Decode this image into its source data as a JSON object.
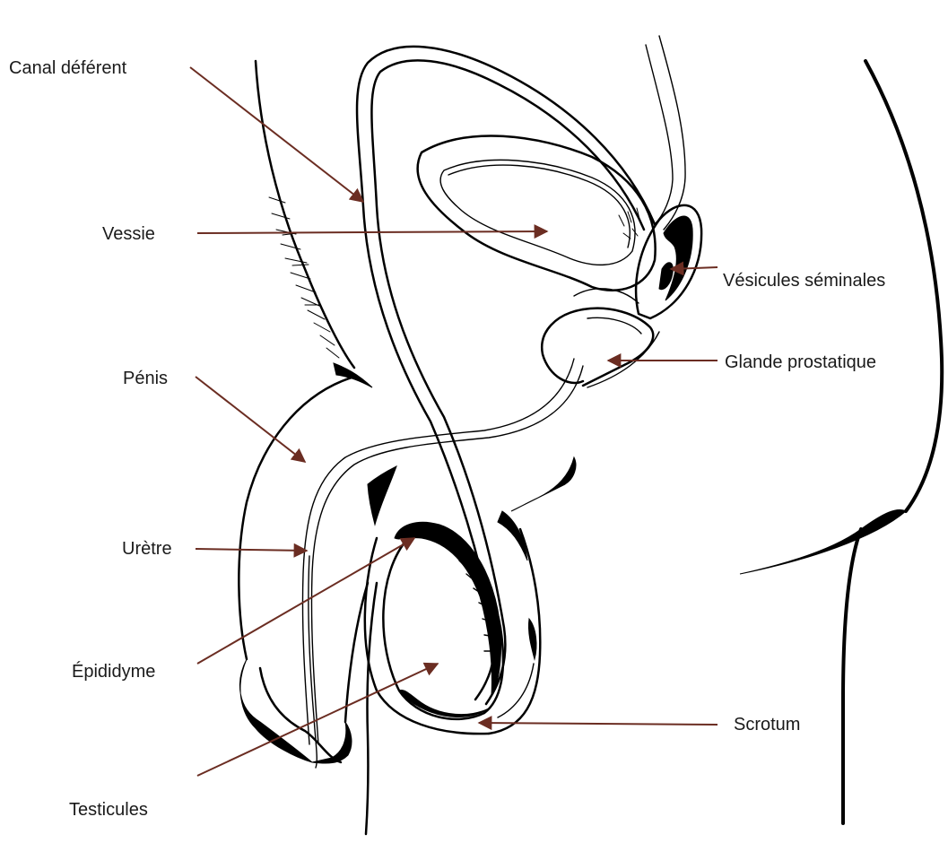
{
  "diagram": {
    "labels": {
      "canal_deferent": "Canal déférent",
      "vessie": "Vessie",
      "penis": "Pénis",
      "uretre": "Urètre",
      "epididyme": "Épididyme",
      "testicules": "Testicules",
      "vesicules_seminales": "Vésicules séminales",
      "glande_prostatique": "Glande prostatique",
      "scrotum": "Scrotum"
    },
    "colors": {
      "arrow": "#6b2d22",
      "outline": "#000000",
      "text": "#1a1a1a"
    }
  }
}
